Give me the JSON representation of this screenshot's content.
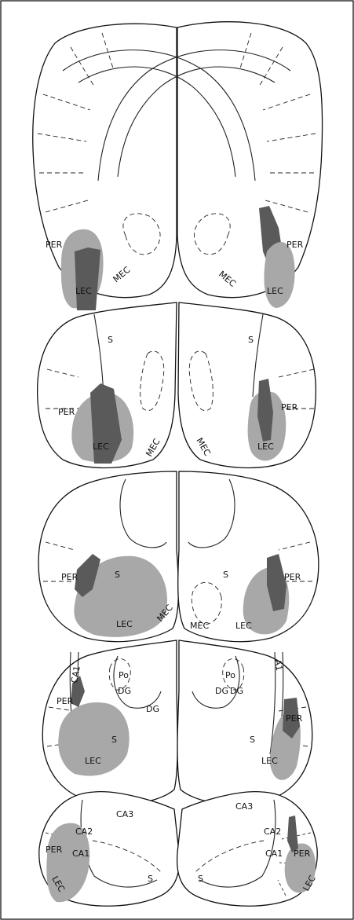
{
  "labels": {
    "per": "PER",
    "lec": "LEC",
    "mec": "MEC",
    "s": "S",
    "dg": "DG",
    "ca1": "CA1",
    "ca2": "CA2",
    "ca3": "CA3",
    "po": "Po",
    "a1": "A1"
  },
  "colors": {
    "lesion_light": "#a8a8a8",
    "lesion_dark": "#5a5a5a",
    "outline": "#111111"
  }
}
